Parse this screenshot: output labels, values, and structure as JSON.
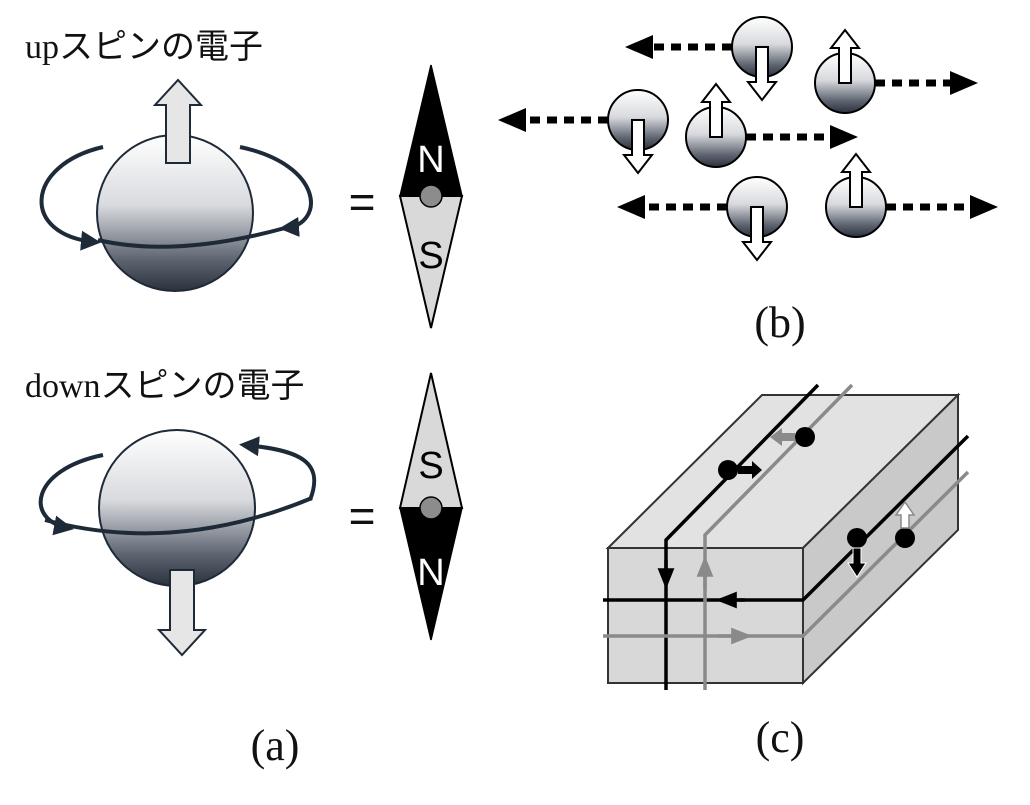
{
  "panel_a": {
    "up_label": "upスピンの電子",
    "down_label": "downスピンの電子",
    "equals": "=",
    "compass_up": {
      "top": "N",
      "bottom": "S"
    },
    "compass_down": {
      "top": "S",
      "bottom": "N"
    },
    "caption": "(a)"
  },
  "panel_b": {
    "caption": "(b)"
  },
  "panel_c": {
    "caption": "(c)"
  },
  "colors": {
    "line_dark": "#1e2a38",
    "arrow_fill": "#e6e6e6",
    "box_face": "#d6d6d6",
    "gray_path": "#8a8a8a",
    "black": "#000000"
  }
}
